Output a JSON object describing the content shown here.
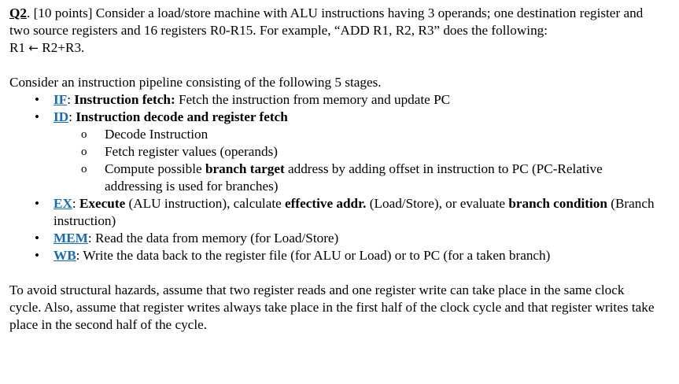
{
  "document": {
    "question_label": "Q2",
    "intro": {
      "after_label": ". [10 points] Consider a load/store machine with ALU instructions having 3 operands; one destination register and two source registers and 16 registers R0-R15. For example, “ADD R1, R2, R3” does the following:",
      "assignment_line_prefix": "R1 ",
      "assignment_arrow": "←",
      "assignment_line_suffix": " R2+R3."
    },
    "pipeline_intro": "Consider an instruction pipeline consisting of the following 5 stages.",
    "bullet_marker": "•",
    "sub_bullet_marker": "o",
    "stages": [
      {
        "abbr": "IF",
        "separator": ": ",
        "title": "Instruction fetch:",
        "description": " Fetch the instruction from memory and update PC",
        "sub_items": []
      },
      {
        "abbr": "ID",
        "separator": ": ",
        "title": "Instruction decode and register fetch",
        "description": "",
        "sub_items": [
          {
            "text": "Decode Instruction"
          },
          {
            "text": "Fetch register values (operands)"
          },
          {
            "text_before_bold": "Compute possible ",
            "bold": "branch target",
            "text_after_bold": " address by adding offset in instruction to PC (PC-Relative addressing is used for branches)"
          }
        ]
      },
      {
        "abbr": "EX",
        "separator": ": ",
        "title": "Execute",
        "segments": [
          {
            "text": " (ALU instruction), calculate ",
            "bold": false
          },
          {
            "text": "effective addr.",
            "bold": true
          },
          {
            "text": " (Load/Store), or evaluate ",
            "bold": false
          },
          {
            "text": "branch condition",
            "bold": true
          },
          {
            "text": " (Branch instruction)",
            "bold": false
          }
        ],
        "sub_items": []
      },
      {
        "abbr": "MEM",
        "separator": ": ",
        "title": "",
        "description": "Read the data from memory (for Load/Store)",
        "sub_items": []
      },
      {
        "abbr": "WB",
        "separator": ": ",
        "title": "",
        "description": "Write the data back to the register file (for ALU or Load) or to PC (for a taken branch)",
        "sub_items": []
      }
    ],
    "closing_paragraph": "To avoid structural hazards, assume that two register reads and one register write can take place in the same clock cycle. Also, assume that register writes always take place in the first half of the clock cycle and that register writes take place in the second half of the cycle.",
    "colors": {
      "link_blue": "#1569BE",
      "text_black": "#000000",
      "background": "#ffffff"
    }
  }
}
